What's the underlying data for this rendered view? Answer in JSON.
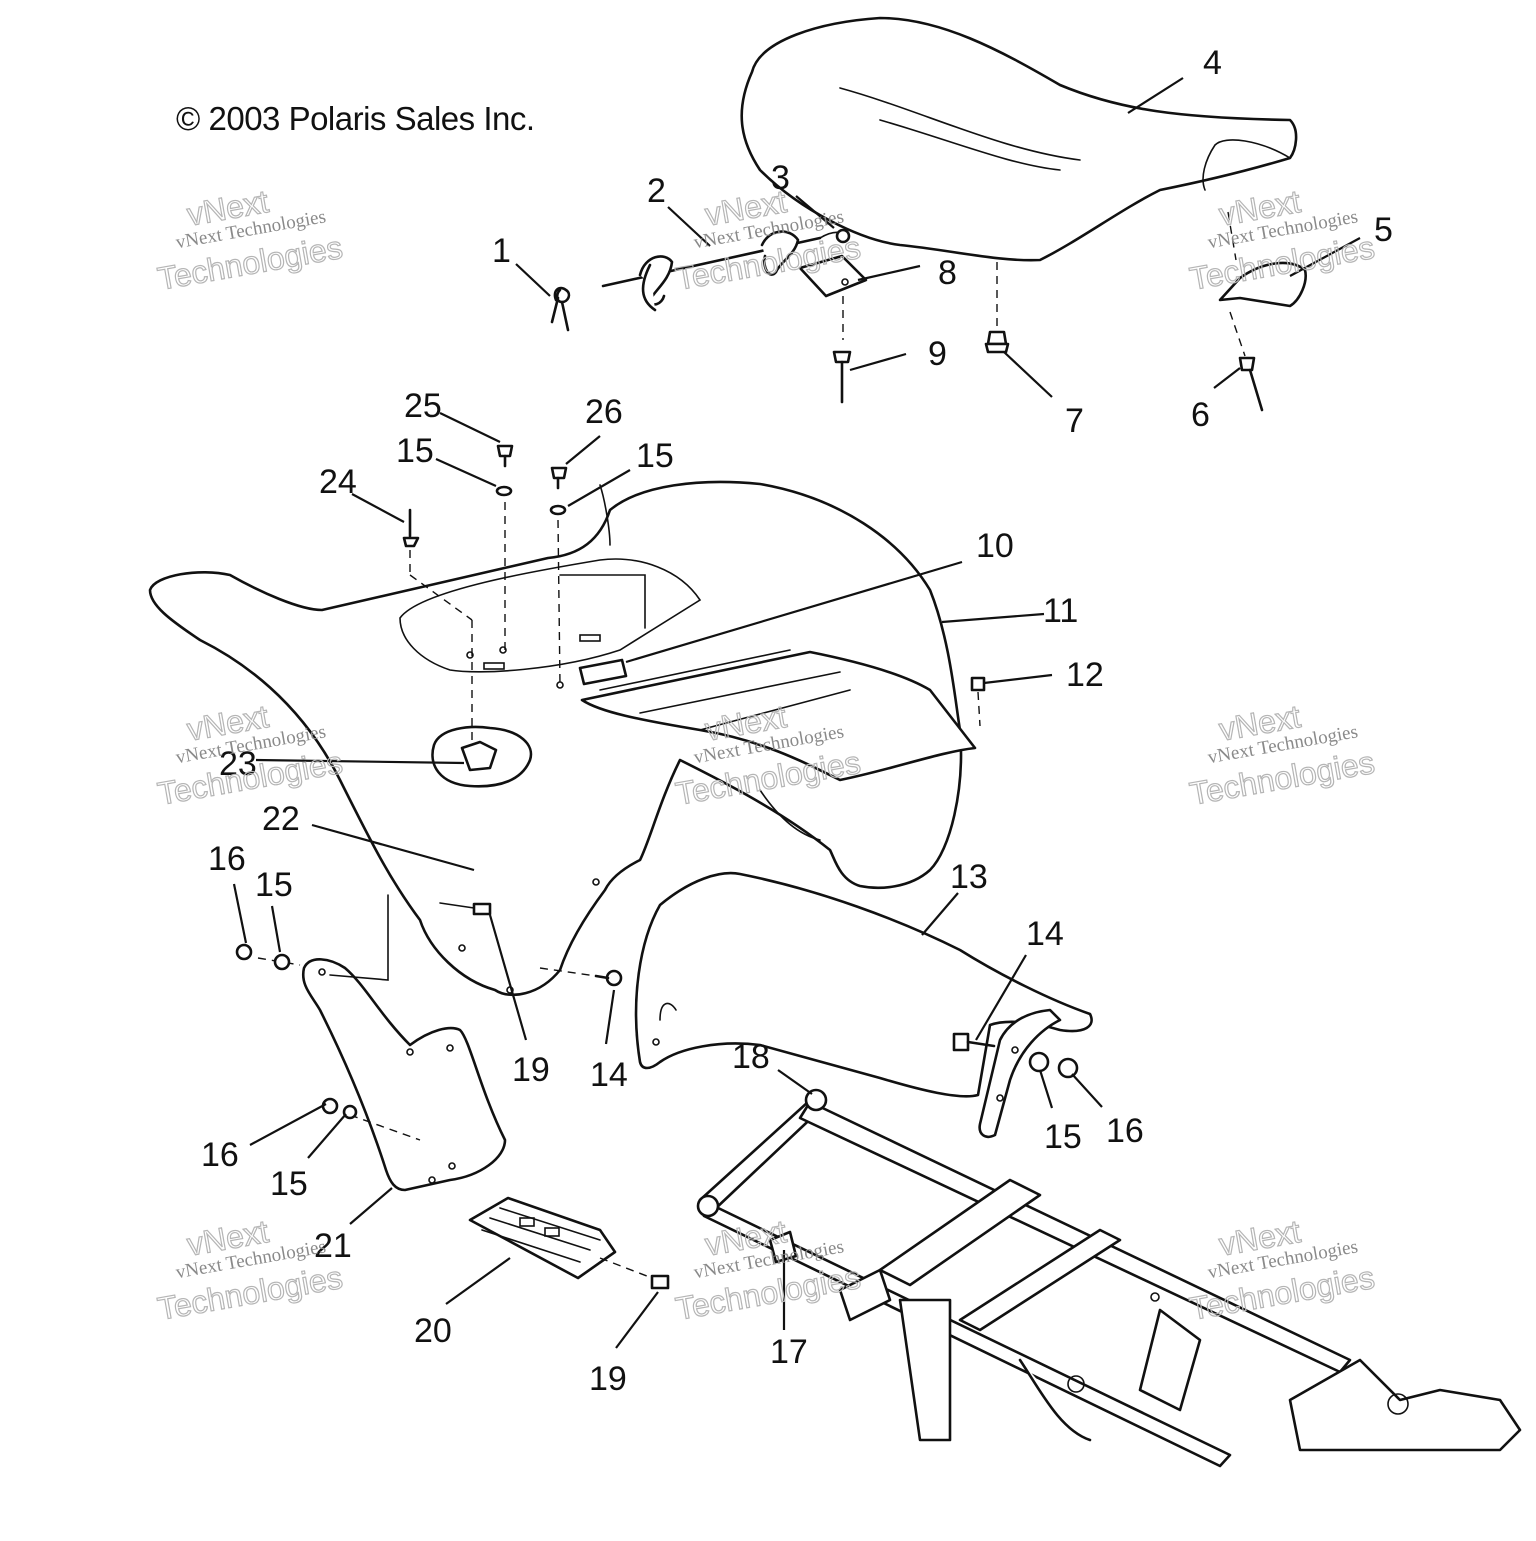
{
  "copyright": "© 2003 Polaris Sales Inc.",
  "watermark": {
    "line1": "vNext Technologies",
    "line2": "Technologies",
    "line3": "vNext"
  },
  "callouts": [
    "1",
    "2",
    "3",
    "4",
    "5",
    "6",
    "7",
    "8",
    "9",
    "10",
    "11",
    "12",
    "13",
    "14",
    "14",
    "15",
    "15",
    "15",
    "15",
    "15",
    "16",
    "16",
    "16",
    "17",
    "18",
    "19",
    "19",
    "20",
    "21",
    "22",
    "23",
    "24",
    "25",
    "26"
  ]
}
